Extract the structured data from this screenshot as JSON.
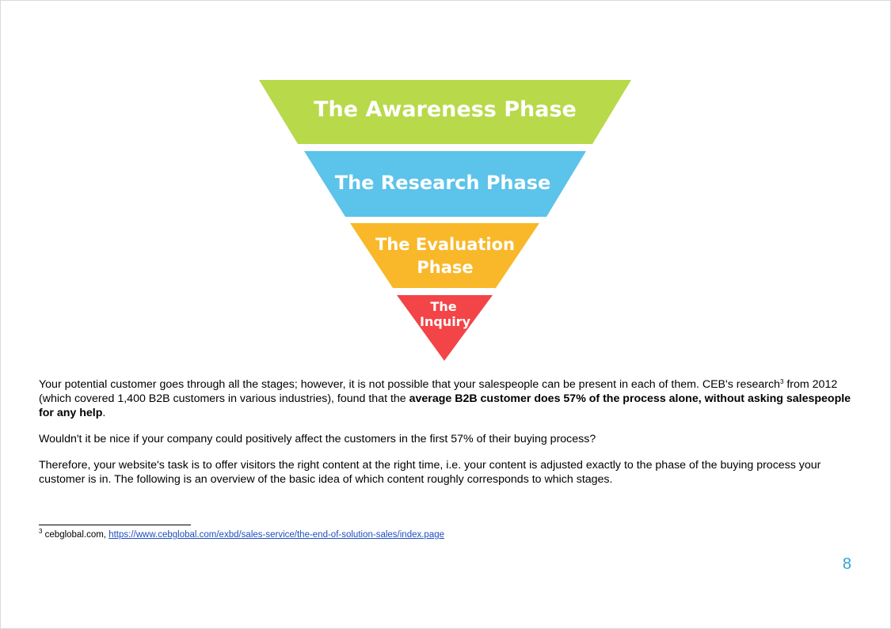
{
  "funnel": {
    "stages": [
      {
        "lines": [
          "The Awareness Phase"
        ],
        "color": "#b8d94a"
      },
      {
        "lines": [
          "The Research Phase"
        ],
        "color": "#5cc3ea"
      },
      {
        "lines": [
          "The Evaluation",
          "Phase"
        ],
        "color": "#f9b829"
      },
      {
        "lines": [
          "The",
          "Inquiry"
        ],
        "color": "#f34448"
      }
    ]
  },
  "body": {
    "p1_a": "Your potential customer goes through all the stages; however, it is not possible that your salespeople can be present in each of them. CEB's research",
    "p1_sup": "3",
    "p1_b": " from 2012 (which covered 1,400 B2B customers in various industries), found that the ",
    "p1_bold": "average B2B customer does 57% of the process alone, without asking salespeople for any help",
    "p1_c": ".",
    "p2": "Wouldn't it be nice if your company could positively affect the customers in the first 57% of their buying process?",
    "p3": "Therefore, your website's task is to offer visitors the right content at the right time, i.e. your content is adjusted exactly to the phase of the buying process your customer is in. The following is an overview of the basic idea of which content roughly corresponds to which stages."
  },
  "footnote": {
    "number": "3",
    "text": " cebglobal.com, ",
    "link": "https://www.cebglobal.com/exbd/sales-service/the-end-of-solution-sales/index.page"
  },
  "page_number": "8"
}
